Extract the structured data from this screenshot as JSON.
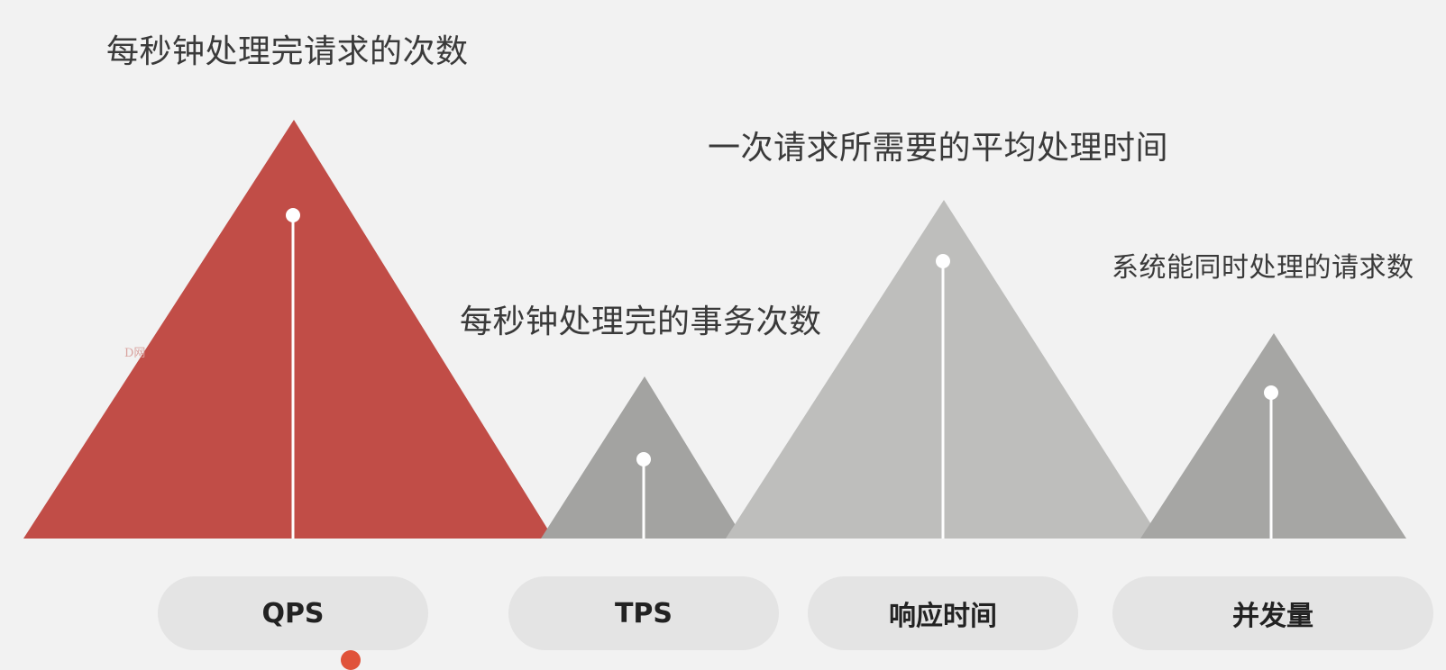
{
  "metrics": [
    {
      "label": "QPS",
      "description": "每秒钟处理完请求的次数",
      "color": "#c14d47"
    },
    {
      "label": "TPS",
      "description": "每秒钟处理完的事务次数",
      "color": "#a3a3a1"
    },
    {
      "label": "响应时间",
      "description": "一次请求所需要的平均处理时间",
      "color": "#bebebc"
    },
    {
      "label": "并发量",
      "description": "系统能同时处理的请求数",
      "color": "#a6a6a4"
    }
  ],
  "watermark": "D网"
}
